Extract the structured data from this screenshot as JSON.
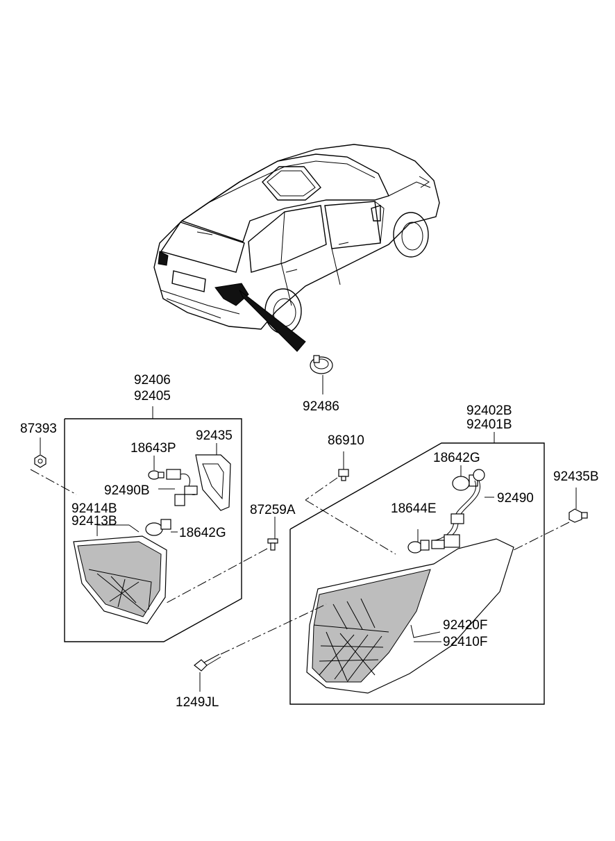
{
  "diagram": {
    "labels": {
      "p92406": "92406",
      "p92405": "92405",
      "p92486": "92486",
      "p87393": "87393",
      "p18643P": "18643P",
      "p92435": "92435",
      "p92490B": "92490B",
      "p92414B": "92414B",
      "p92413B": "92413B",
      "p18642G_inner": "18642G",
      "p87259A": "87259A",
      "p86910": "86910",
      "p92402B": "92402B",
      "p92401B": "92401B",
      "p18642G_outer": "18642G",
      "p92490": "92490",
      "p18644E": "18644E",
      "p92435B": "92435B",
      "p92420F": "92420F",
      "p92410F": "92410F",
      "p1249JL": "1249JL"
    }
  }
}
